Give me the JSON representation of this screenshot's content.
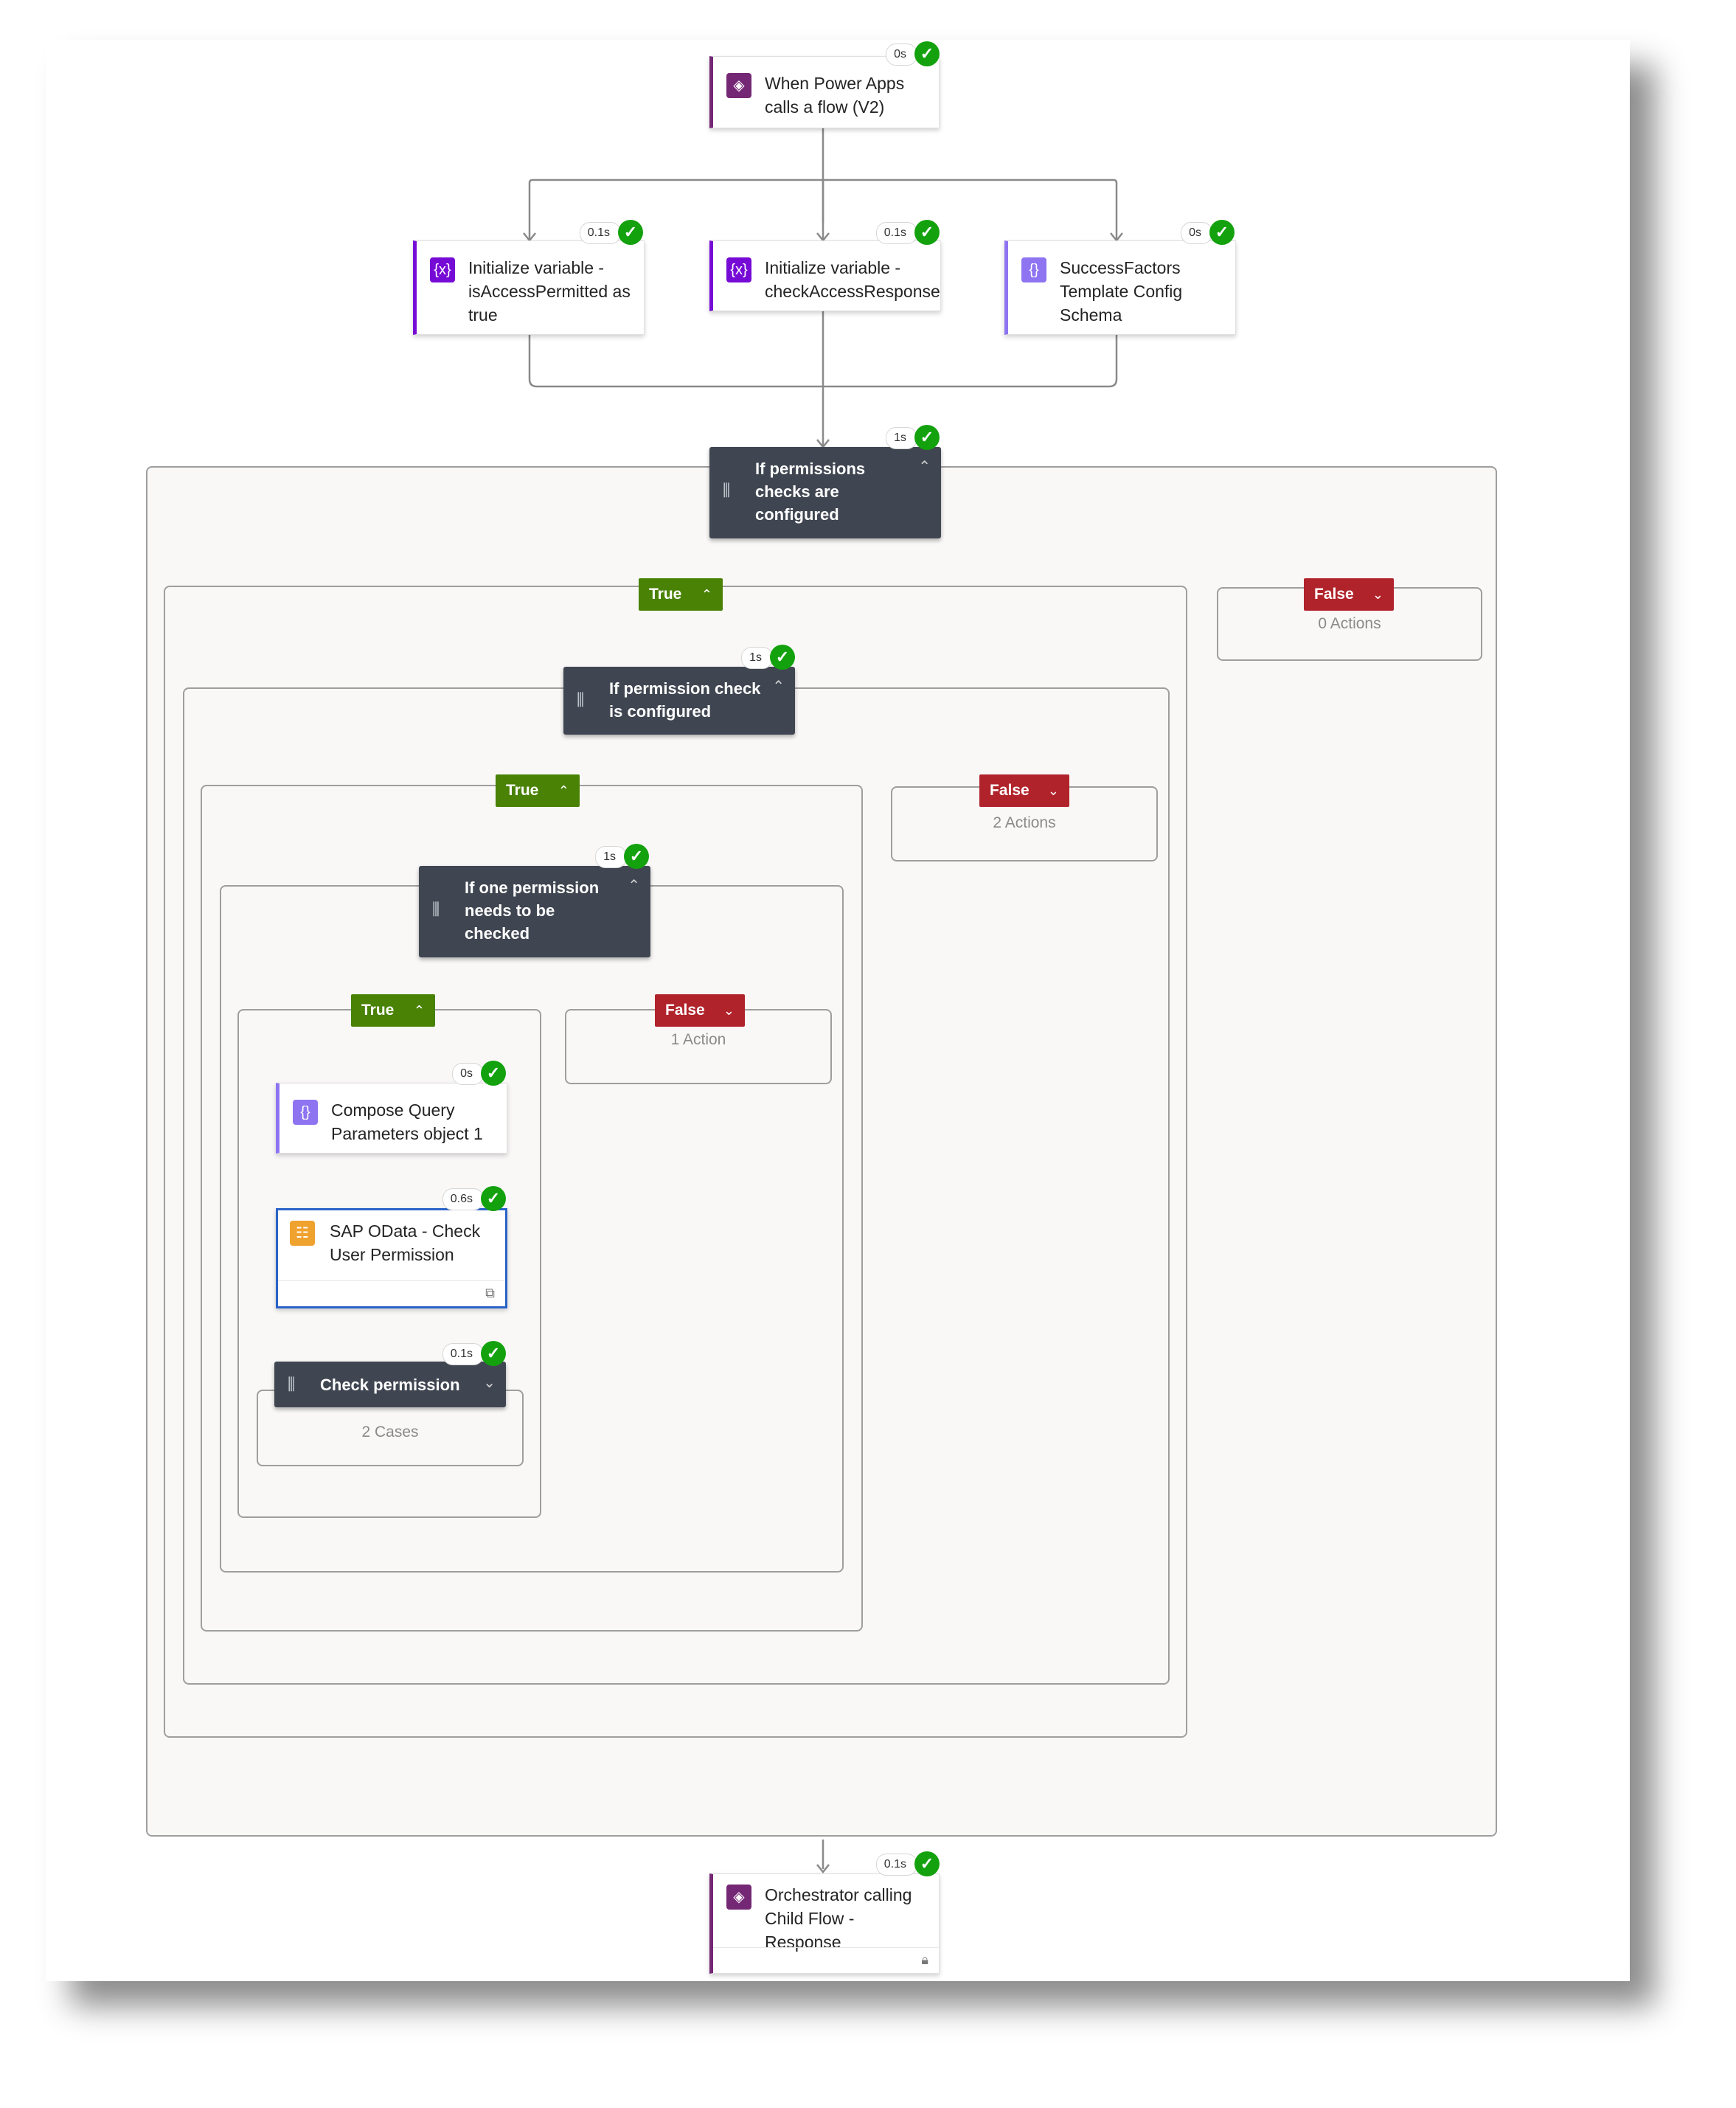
{
  "trigger": {
    "title": "When Power Apps calls a flow (V2)",
    "duration": "0s",
    "icon": "power-apps-icon",
    "accent": "#742774"
  },
  "init_access_permitted": {
    "title": "Initialize variable - isAccessPermitted as true",
    "duration": "0.1s",
    "icon": "variable-icon"
  },
  "init_check_access": {
    "title": "Initialize variable - checkAccessResponse",
    "duration": "0.1s",
    "icon": "variable-icon"
  },
  "sf_schema": {
    "title": "SuccessFactors Template Config Schema",
    "duration": "0s",
    "icon": "compose-icon"
  },
  "cond_permissions": {
    "title": "If permissions checks are configured",
    "duration": "1s",
    "true_label": "True",
    "false_label": "False",
    "false_count": "0 Actions"
  },
  "cond_permission": {
    "title": "If permission check is configured",
    "duration": "1s",
    "true_label": "True",
    "false_label": "False",
    "false_count": "2 Actions"
  },
  "cond_one": {
    "title": "If one permission needs to be checked",
    "duration": "1s",
    "true_label": "True",
    "false_label": "False",
    "false_count": "1 Action"
  },
  "compose_query": {
    "title": "Compose Query Parameters object 1",
    "duration": "0s",
    "icon": "compose-icon"
  },
  "sap_odata": {
    "title": "SAP OData - Check User Permission",
    "duration": "0.6s",
    "icon": "sap-odata-icon"
  },
  "switch_check": {
    "title": "Check permission",
    "duration": "0.1s",
    "cases": "2 Cases"
  },
  "response": {
    "title": "Orchestrator calling Child Flow - Response",
    "duration": "0.1s",
    "icon": "power-apps-icon"
  },
  "status_glyph": "✓",
  "colors": {
    "true_branch": "#498205",
    "false_branch": "#b1232b",
    "condition": "#404651",
    "success": "#13a10e",
    "variable": "#770bd6",
    "trigger": "#742774"
  }
}
